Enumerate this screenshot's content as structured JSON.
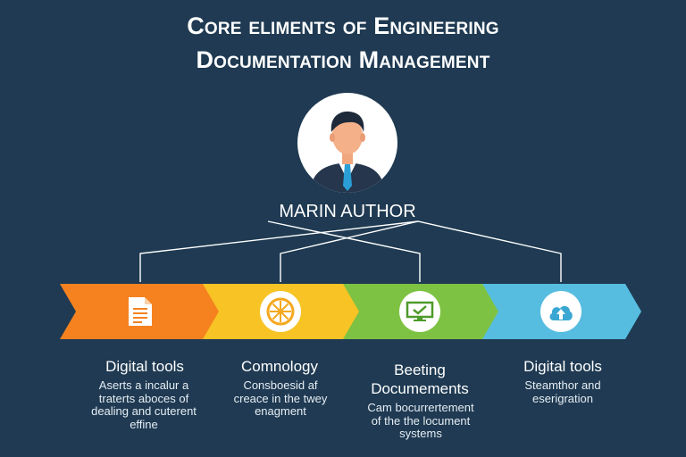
{
  "title": {
    "line1": "Core eliments of Engineering",
    "line2": "Documentation Management"
  },
  "author": {
    "label": "MARIN AUTHOR",
    "avatar_icon": "man-in-suit-avatar"
  },
  "steps": [
    {
      "heading": "Digital tools",
      "description": "Aserts a incalur a traterts aboces of dealing and cuterent effine",
      "color": "#f5821f",
      "icon": "document-icon"
    },
    {
      "heading": "Comnology",
      "description": "Consboesid af creace in the twey enagment",
      "color": "#f7c325",
      "icon": "compass-wheel-icon"
    },
    {
      "heading": "Beeting Documements",
      "description": "Cam bocurrertement of the the locument systems",
      "color": "#7dc242",
      "icon": "monitor-check-icon"
    },
    {
      "heading": "Digital tools",
      "description": "Steamthor and eserigration",
      "color": "#57bde0",
      "icon": "cloud-upload-icon"
    }
  ],
  "colors": {
    "background": "#1f3a52",
    "connector": "#ffffff"
  }
}
